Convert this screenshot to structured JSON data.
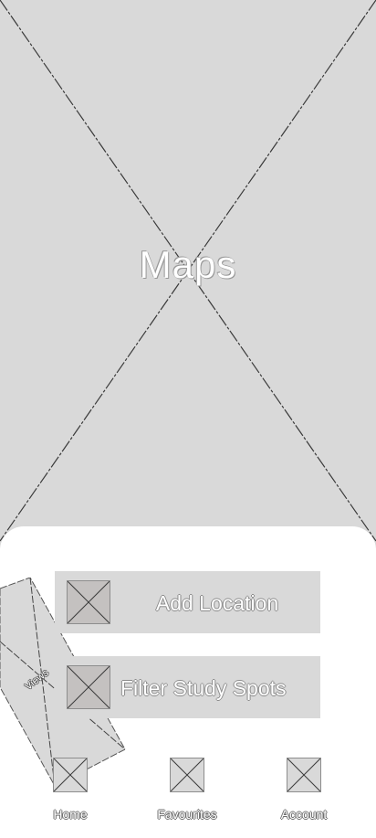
{
  "map": {
    "label": "Maps",
    "icon": "map-placeholder-icon",
    "background": "#d9d9d9"
  },
  "actions": {
    "add_location": {
      "label": "Add Location",
      "icon": "add-location-icon"
    },
    "filter_study_spots": {
      "label": "Filter Study Spots",
      "icon": "filter-icon"
    }
  },
  "side_panel": {
    "label": "Views",
    "icon": "views-placeholder-icon"
  },
  "nav": {
    "home": {
      "label": "Home",
      "icon": "home-icon"
    },
    "favourites": {
      "label": "Favourites",
      "icon": "favourites-icon"
    },
    "account": {
      "label": "Account",
      "icon": "account-icon"
    }
  },
  "colors": {
    "placeholder": "#d9d9d9",
    "thumb": "#c4c1c0",
    "sheet": "#ffffff"
  }
}
